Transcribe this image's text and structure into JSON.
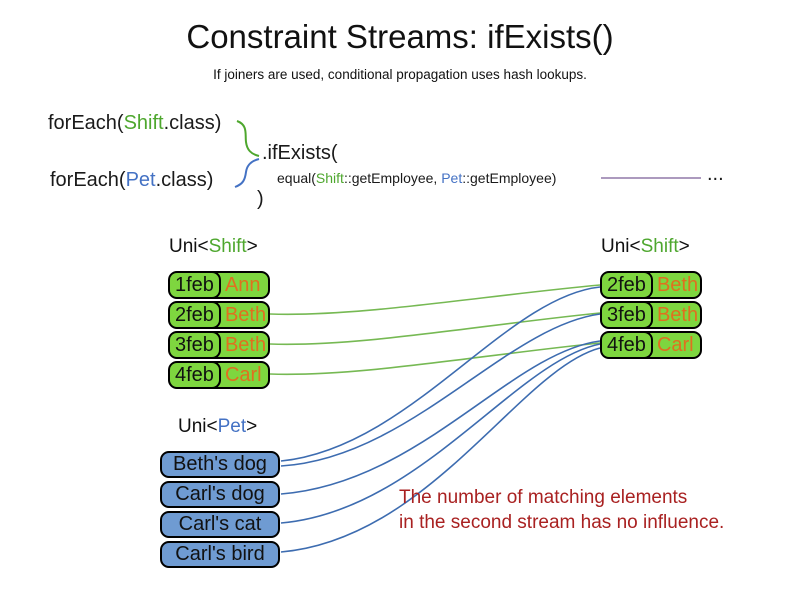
{
  "title": "Constraint Streams: ifExists()",
  "subtitle": "If joiners are used, conditional propagation uses hash lookups.",
  "code": {
    "foreach_shift_pre": "forEach(",
    "foreach_shift_class": "Shift",
    "foreach_shift_post": ".class)",
    "foreach_pet_pre": "forEach(",
    "foreach_pet_class": "Pet",
    "foreach_pet_post": ".class)",
    "if_exists": ".ifExists(",
    "equal_pre": "equal(",
    "equal_shift": "Shift",
    "equal_mid": "::getEmployee, ",
    "equal_pet": "Pet",
    "equal_post": "::getEmployee)",
    "ellipsis": "...",
    "close_paren": ")"
  },
  "left_shift_stream": {
    "label_pre": "Uni<",
    "label_type": "Shift",
    "label_post": ">",
    "rows": [
      {
        "date": "1feb",
        "name": "Ann"
      },
      {
        "date": "2feb",
        "name": "Beth"
      },
      {
        "date": "3feb",
        "name": "Beth"
      },
      {
        "date": "4feb",
        "name": "Carl"
      }
    ]
  },
  "right_shift_stream": {
    "label_pre": "Uni<",
    "label_type": "Shift",
    "label_post": ">",
    "rows": [
      {
        "date": "2feb",
        "name": "Beth"
      },
      {
        "date": "3feb",
        "name": "Beth"
      },
      {
        "date": "4feb",
        "name": "Carl"
      }
    ]
  },
  "pet_stream": {
    "label_pre": "Uni<",
    "label_type": "Pet",
    "label_post": ">",
    "rows": [
      {
        "name": "Beth's dog"
      },
      {
        "name": "Carl's dog"
      },
      {
        "name": "Carl's cat"
      },
      {
        "name": "Carl's bird"
      }
    ]
  },
  "note": {
    "line1": "The number of matching elements",
    "line2": "in the second stream has no influence."
  },
  "colors": {
    "shift_green_text": "#4EA72E",
    "pet_blue_text": "#4472C4",
    "name_orange_text": "#E0701F",
    "box_green_fill": "#7ED63F",
    "box_blue_fill": "#6F9BD2",
    "line_green": "#76B953",
    "line_blue": "#3D6CB0",
    "note_red": "#A92121",
    "joiner_line_purple": "#9179A9"
  }
}
